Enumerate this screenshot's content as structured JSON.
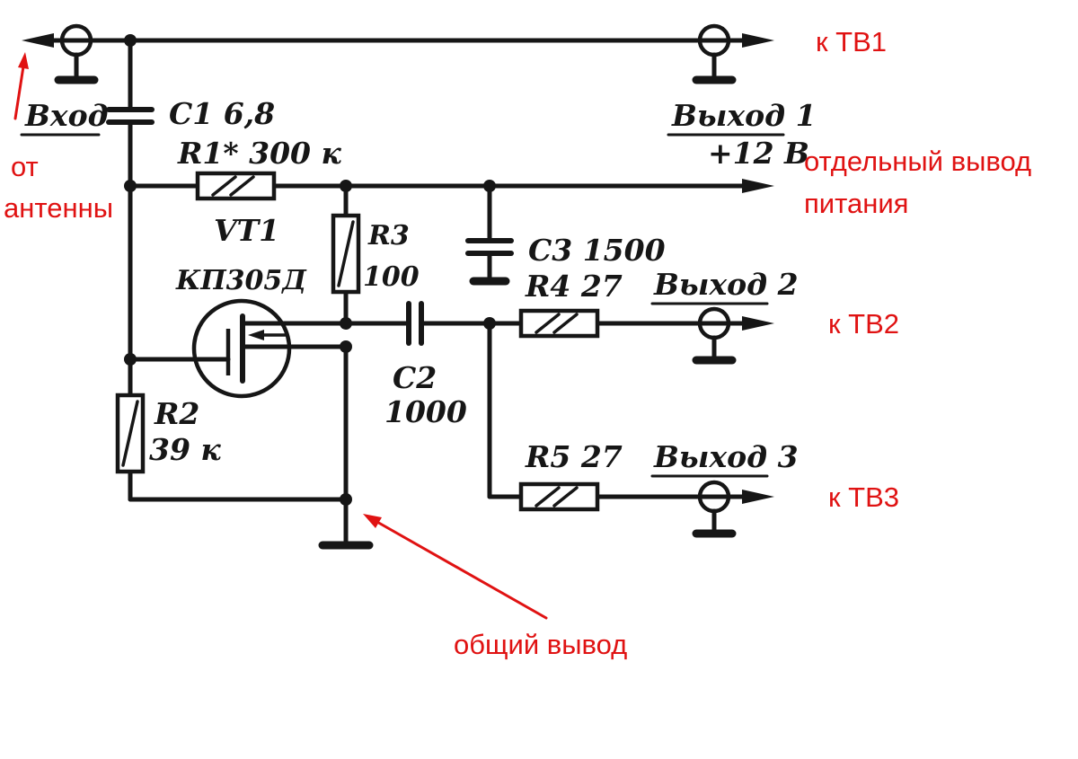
{
  "schematic": {
    "ink": "#161616",
    "accent": "#e01212",
    "labels": {
      "input": "Вход",
      "c1": "С1 6,8",
      "r1": "R1* 300 к",
      "vt1": "VT1",
      "vt1_part": "КП305Д",
      "r3": "R3",
      "r3_value": "100",
      "c3": "С3 1500",
      "r4": "R4 27",
      "c2": "С2",
      "c2_value": "1000",
      "r2": "R2",
      "r2_value": "39 к",
      "r5": "R5 27",
      "output1": "Выход 1",
      "output1_supply": "+12 В",
      "output2": "Выход 2",
      "output3": "Выход 3"
    },
    "annotations": {
      "from_antenna_1": "от",
      "from_antenna_2": "антенны",
      "to_tv1": "к ТВ1",
      "separate_supply_1": "отдельный вывод",
      "separate_supply_2": "питания",
      "to_tv2": "к ТВ2",
      "to_tv3": "к ТВ3",
      "common_terminal": "общий вывод"
    }
  }
}
